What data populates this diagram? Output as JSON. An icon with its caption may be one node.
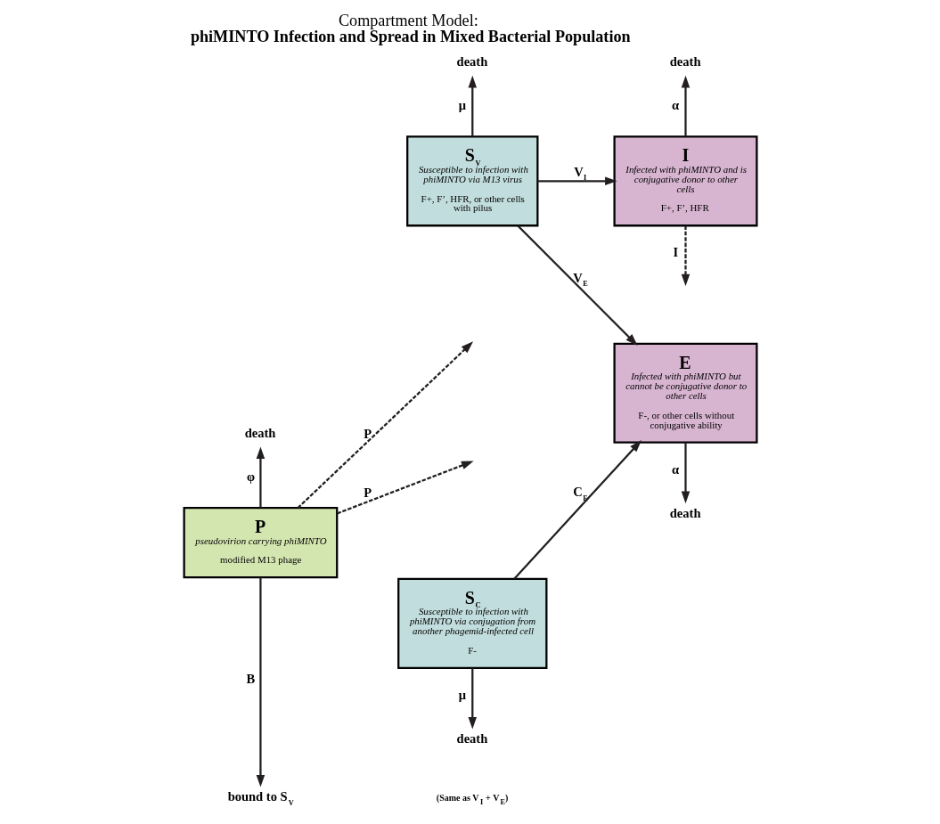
{
  "diagram": {
    "title": "Compartment Model: **phiMINTO Infection and Spread in Mixed Bacterial Population**",
    "nodes": [
      {
        "text": [
          "P",
          "pseudovirion carrying phiMINTO",
          "modified M13 phage"
        ]
      },
      {
        "text": [
          "S$_{V}$",
          "Susceptible to infection with phiMINTO via M13 virus",
          "F+, F’, HFR, or other cells with pilus"
        ]
      },
      {
        "text": [
          "I",
          "Infected with phiMINTO and is conjugative donor to other cells",
          "F+, F’, HFR"
        ]
      },
      {
        "text": [
          "S$_{C}$",
          "Susceptible to infection with phiMINTO via conjugation from another phagemid-infected cell",
          "F-"
        ]
      },
      {
        "text": [
          "E",
          "Infected with phiMINTO but cannot be conjugative donor to other cells",
          "F-, or other cells without conjugative ability"
        ]
      },
      {
        "text": [
          "death"
        ]
      },
      {
        "text": [
          "death"
        ]
      },
      {
        "text": [
          "death"
        ]
      },
      {
        "text": [
          "bound to S$_{V}$"
        ]
      },
      {
        "text": [
          "death"
        ]
      },
      {
        "text": [
          "death"
        ]
      }
    ],
    "edges": [
      {
        "from": 1,
        "to": 5,
        "arrow": "to",
        "label": "μ"
      },
      {
        "from": 2,
        "to": 6,
        "arrow": "to",
        "label": "α"
      },
      {
        "from": 0,
        "to": 7,
        "arrow": "to",
        "label": "φ"
      },
      {
        "from": 0,
        "to": 8,
        "arrow": "to",
        "label": "B"
      },
      {
        "from": 1,
        "to": 2,
        "arrow": "to",
        "label": "V$_{I}$"
      },
      {
        "from": 1,
        "to": 4,
        "arrow": "to",
        "label": "V$_{E}$"
      },
      {
        "from": 3,
        "to": 4,
        "arrow": "to",
        "label": "C$_{E}$"
      },
      {
        "from": 3,
        "to": 9,
        "arrow": "to",
        "label": "μ"
      },
      {
        "from": 4,
        "to": 10,
        "arrow": "to",
        "label": "α"
      },
      {
        "from": 0,
        "to": null,
        "arrow": "to",
        "label": "P",
        "style": "dashed"
      },
      {
        "from": 0,
        "to": null,
        "arrow": "to",
        "label": "P",
        "style": "dashed"
      },
      {
        "from": 2,
        "to": null,
        "arrow": "to",
        "label": "I",
        "style": "dashed"
      }
    ],
    "labels": [
      "(Same as V$_{I}$ + V$_{E}$)"
    ]
  }
}
